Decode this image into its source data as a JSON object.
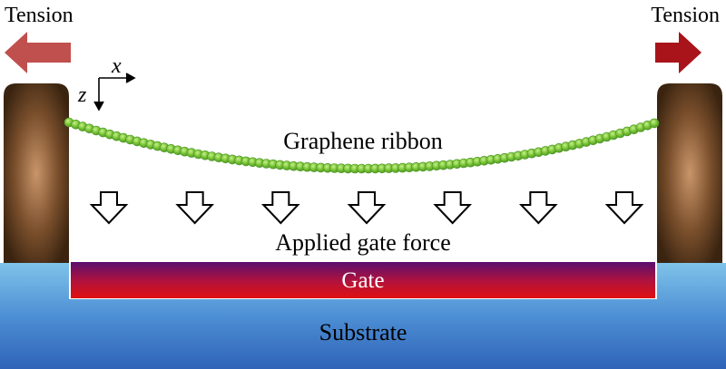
{
  "labels": {
    "tension_left": "Tension",
    "tension_right": "Tension",
    "axis_x": "x",
    "axis_z": "z",
    "ribbon": "Graphene ribbon",
    "force": "Applied gate force",
    "gate": "Gate",
    "substrate": "Substrate"
  },
  "arrows": {
    "gate_force_count": 7
  },
  "colors": {
    "tension_arrow_left": "#c0504d",
    "tension_arrow_right": "#a8141a",
    "ribbon_bead": "#7cc63a",
    "ribbon_bead_dark": "#4a9420",
    "gate_top": "#5a0f6e",
    "gate_bottom": "#e01010",
    "substrate_top": "#7fc3ea",
    "substrate_bottom": "#2f63b8",
    "clamp_center": "#c9956a",
    "clamp_edge": "#3a2410"
  }
}
